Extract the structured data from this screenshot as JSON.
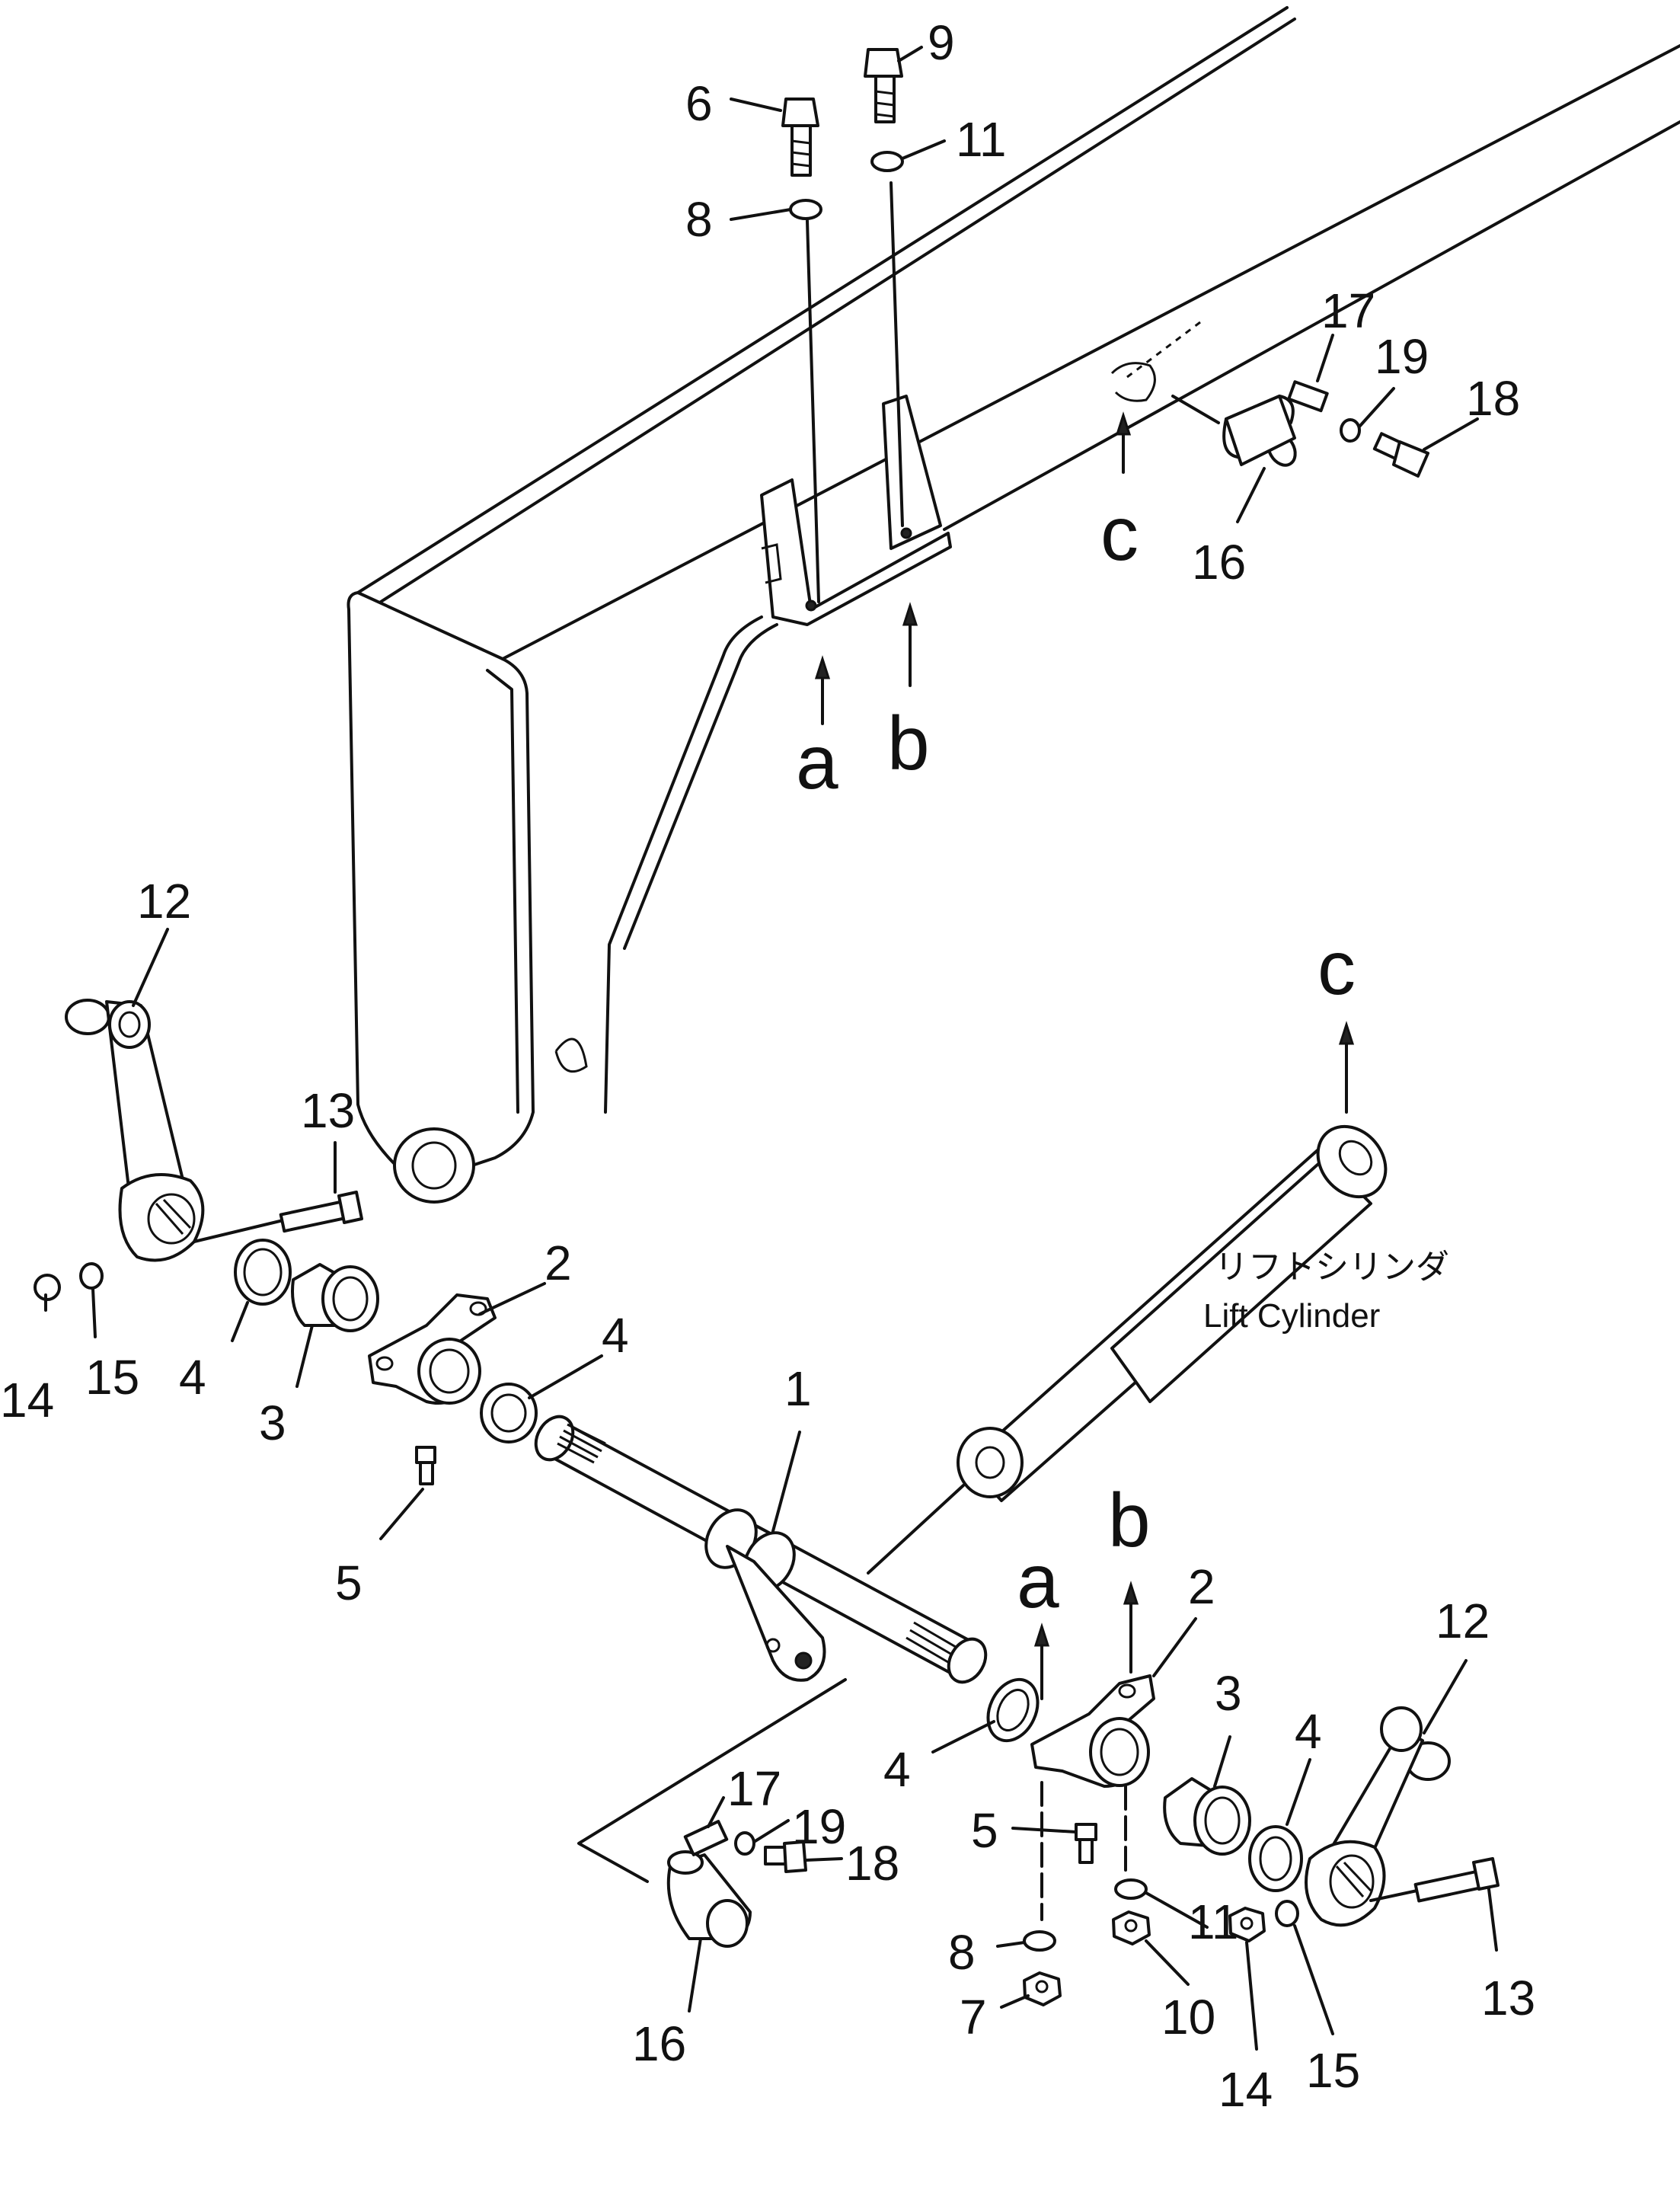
{
  "callouts": {
    "n1": "1",
    "n2_left": "2",
    "n2_right": "2",
    "n3_left": "3",
    "n3_right": "3",
    "n4_left_a": "4",
    "n4_left_b": "4",
    "n4_right_a": "4",
    "n4_right_b": "4",
    "n5_left": "5",
    "n5_right": "5",
    "n6": "6",
    "n7": "7",
    "n8_top": "8",
    "n8_bottom": "8",
    "n9": "9",
    "n10": "10",
    "n11_top": "11",
    "n11_bottom": "11",
    "n12_left": "12",
    "n12_right": "12",
    "n13_left": "13",
    "n13_right": "13",
    "n14_left": "14",
    "n14_right": "14",
    "n15_left": "15",
    "n15_right": "15",
    "n16_top": "16",
    "n16_bottom": "16",
    "n17_top": "17",
    "n17_bottom": "17",
    "n18_top": "18",
    "n18_bottom": "18",
    "n19_top": "19",
    "n19_bottom": "19"
  },
  "refs": {
    "a_top": "a",
    "b_top": "b",
    "c_top": "c",
    "c_cyl": "c",
    "a_bottom": "a",
    "b_bottom": "b"
  },
  "cylinder_label": {
    "japanese": "リフトシリンダ",
    "english": "Lift  Cylinder"
  }
}
